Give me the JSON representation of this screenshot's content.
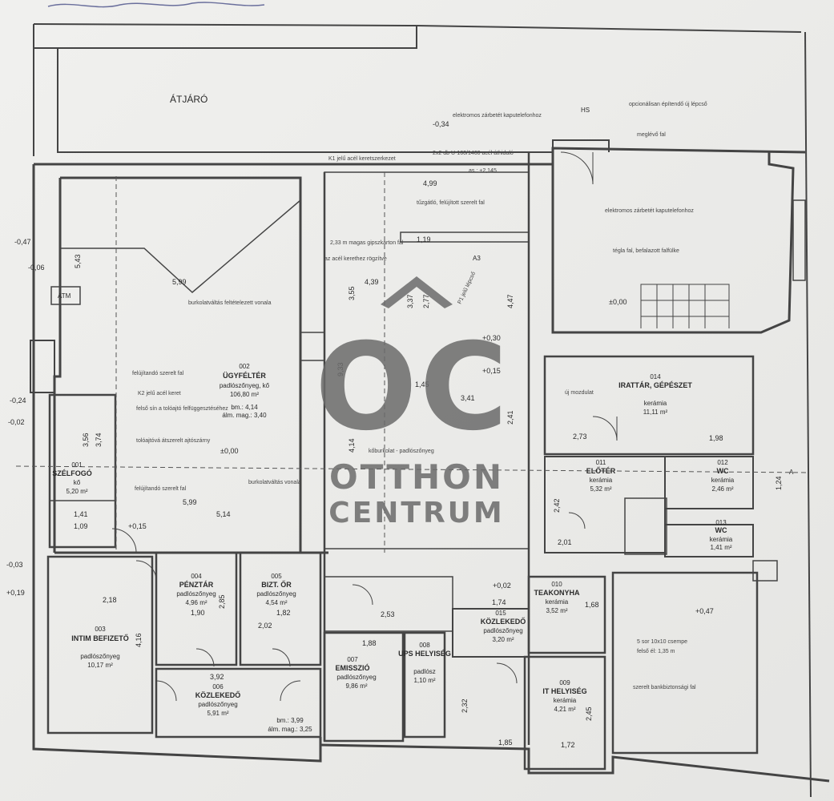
{
  "header": {
    "passage": "ÁTJÁRÓ"
  },
  "watermark": {
    "monogram": "OC",
    "line1": "OTTHON",
    "line2": "CENTRUM",
    "color": "#6b6b6b"
  },
  "rooms": [
    {
      "id": "r002",
      "number": "002",
      "name": "ÜGYFÉLTÉR",
      "floor": "padlószőnyeg, kő",
      "area": "106,80 m²",
      "extra1": "bm.: 4,14",
      "extra2": "álm. mag.: 3,40"
    },
    {
      "id": "r001",
      "number": "001",
      "name": "SZÉLFOGÓ",
      "floor": "kő",
      "area": "5,20 m²"
    },
    {
      "id": "r003",
      "number": "003",
      "name": "INTIM BEFIZETŐ",
      "floor": "padlószőnyeg",
      "area": "10,17 m²"
    },
    {
      "id": "r004",
      "number": "004",
      "name": "PÉNZTÁR",
      "floor": "padlószőnyeg",
      "area": "4,96 m²"
    },
    {
      "id": "r005",
      "number": "005",
      "name": "BIZT. ŐR",
      "floor": "padlószőnyeg",
      "area": "4,54 m²"
    },
    {
      "id": "r006",
      "number": "006",
      "name": "KÖZLEKEDŐ",
      "floor": "padlószőnyeg",
      "area": "5,91 m²",
      "extra1": "bm.: 3,99",
      "extra2": "álm. mag.: 3,25"
    },
    {
      "id": "r007",
      "number": "007",
      "name": "EMISSZIÓ",
      "floor": "padlószőnyeg",
      "area": "9,86 m²"
    },
    {
      "id": "r008",
      "number": "008",
      "name": "UPS HELYISÉG",
      "floor": "padlósz",
      "area": "1,10 m²"
    },
    {
      "id": "r009",
      "number": "009",
      "name": "IT HELYISÉG",
      "floor": "kerámia",
      "area": "4,21 m²"
    },
    {
      "id": "r010",
      "number": "010",
      "name": "TEAKONYHA",
      "floor": "kerámia",
      "area": "3,52 m²"
    },
    {
      "id": "r011",
      "number": "011",
      "name": "ELŐTÉR",
      "floor": "kerámia",
      "area": "5,32 m²"
    },
    {
      "id": "r012",
      "number": "012",
      "name": "WC",
      "floor": "kerámia",
      "area": "2,46 m²"
    },
    {
      "id": "r013",
      "number": "013",
      "name": "WC",
      "floor": "kerámia",
      "area": "1,41 m²"
    },
    {
      "id": "r014",
      "number": "014",
      "name": "IRATTÁR, GÉPÉSZET",
      "floor": "kerámia",
      "area": "11,11 m²"
    },
    {
      "id": "r015",
      "number": "015",
      "name": "KÖZLEKEDŐ",
      "floor": "padlószőnyeg",
      "area": "3,20 m²"
    }
  ],
  "notes": {
    "atm": "ATM",
    "elec_lock": "elektromos zárbetét kaputelefonhoz",
    "k1": "K1 jelű acél keretszerkezet",
    "beam": "2x2 db U-160/1460 acél áthidaló",
    "beam_level": "as.: +2,145",
    "optional": "opcionálisan építendő új lépcső",
    "existing": "meglévő fal",
    "gypsum": "2,33 m magas gipszkarton fal",
    "frame_fix": "az acél kerethez rögzítve",
    "firewall": "tűzgátló, felújított szerelt fal",
    "elec_lock2": "elektromos zárbetét kaputelefonhoz",
    "brick": "tégla fal, befalazott falfülke",
    "cover1": "burkolatváltás feltételezett vonala",
    "restore_wall": "felújítandó szerelt fal",
    "k2": "K2 jelű acél keret",
    "rail": "felső sín a tolóajtó felfüggesztéséhez",
    "sliding": "tolóajtóvá átszerelt ajtószárny",
    "cover2": "burkolatváltás vonala",
    "new_wall": "új mozdulat",
    "floor_change": "kőburkolat - padlószőnyeg",
    "tile": "5 sor 10x10 csempe",
    "tile_height": "felső él: 1,35 m",
    "safety_wall": "szerelt bankbiztonsági fal",
    "hs": "HS",
    "a_label": "A",
    "a3_label": "A3",
    "stairs": "P1 jelű lépcső"
  },
  "dimensions": {
    "d5_99a": "5,99",
    "d5_99b": "5,99",
    "d5_43": "5,43",
    "d5_14": "5,14",
    "d4_39": "4,39",
    "d3_55": "3,55",
    "d3_37": "3,37",
    "d2_77": "2,77",
    "d9_33": "9,33",
    "d4_14": "4,14",
    "d1_45": "1,45",
    "d3_41": "3,41",
    "d2_41": "2,41",
    "d4_47": "4,47",
    "d2_73": "2,73",
    "d1_98": "1,98",
    "d2_42": "2,42",
    "d2_01": "2,01",
    "d2_18": "2,18",
    "d4_16": "4,16",
    "d3_56": "3,56",
    "d3_74": "3,74",
    "d1_41": "1,41",
    "d1_09": "1,09",
    "d1_90": "1,90",
    "d2_85": "2,85",
    "d1_82": "1,82",
    "d2_02": "2,02",
    "d3_92": "3,92",
    "d1_88": "1,88",
    "d2_53": "2,53",
    "d1_74": "1,74",
    "d1_68": "1,68",
    "d1_85": "1,85",
    "d1_72": "1,72",
    "d2_45": "2,45",
    "d2_32": "2,32",
    "d4_99": "4,99",
    "d1_19": "1,19",
    "d1_24": "1,24",
    "lv_000a": "±0,00",
    "lv_000b": "±0,00",
    "lv_047": "+0,47",
    "lv_015a": "+0,15",
    "lv_030": "+0,30",
    "lv_015b": "+0,15",
    "lv_002": "+0,02",
    "lv_034": "-0,34",
    "lv_047n": "-0,47",
    "lv_024": "-0,24",
    "lv_006": "-0,06",
    "lv_003": "-0,03",
    "lv_019": "+0,19",
    "lv_002n": "-0,02"
  }
}
